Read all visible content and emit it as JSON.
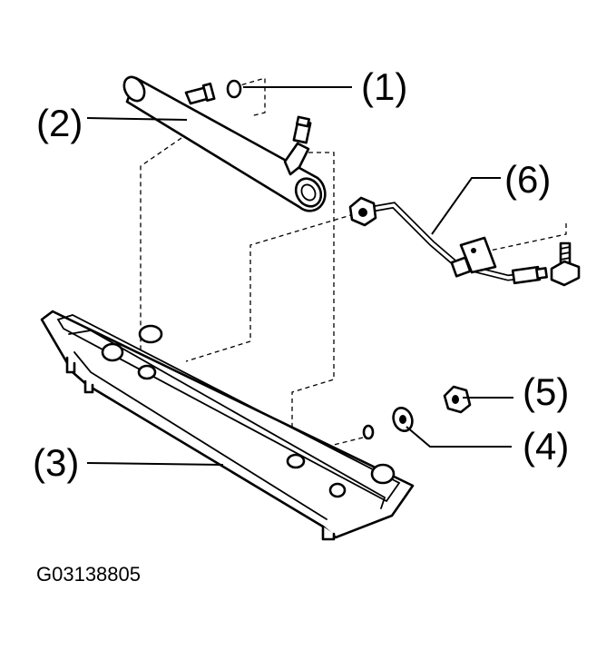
{
  "callouts": [
    "(1)",
    "(2)",
    "(3)",
    "(4)",
    "(5)",
    "(6)"
  ],
  "figure_code": "G03138805"
}
